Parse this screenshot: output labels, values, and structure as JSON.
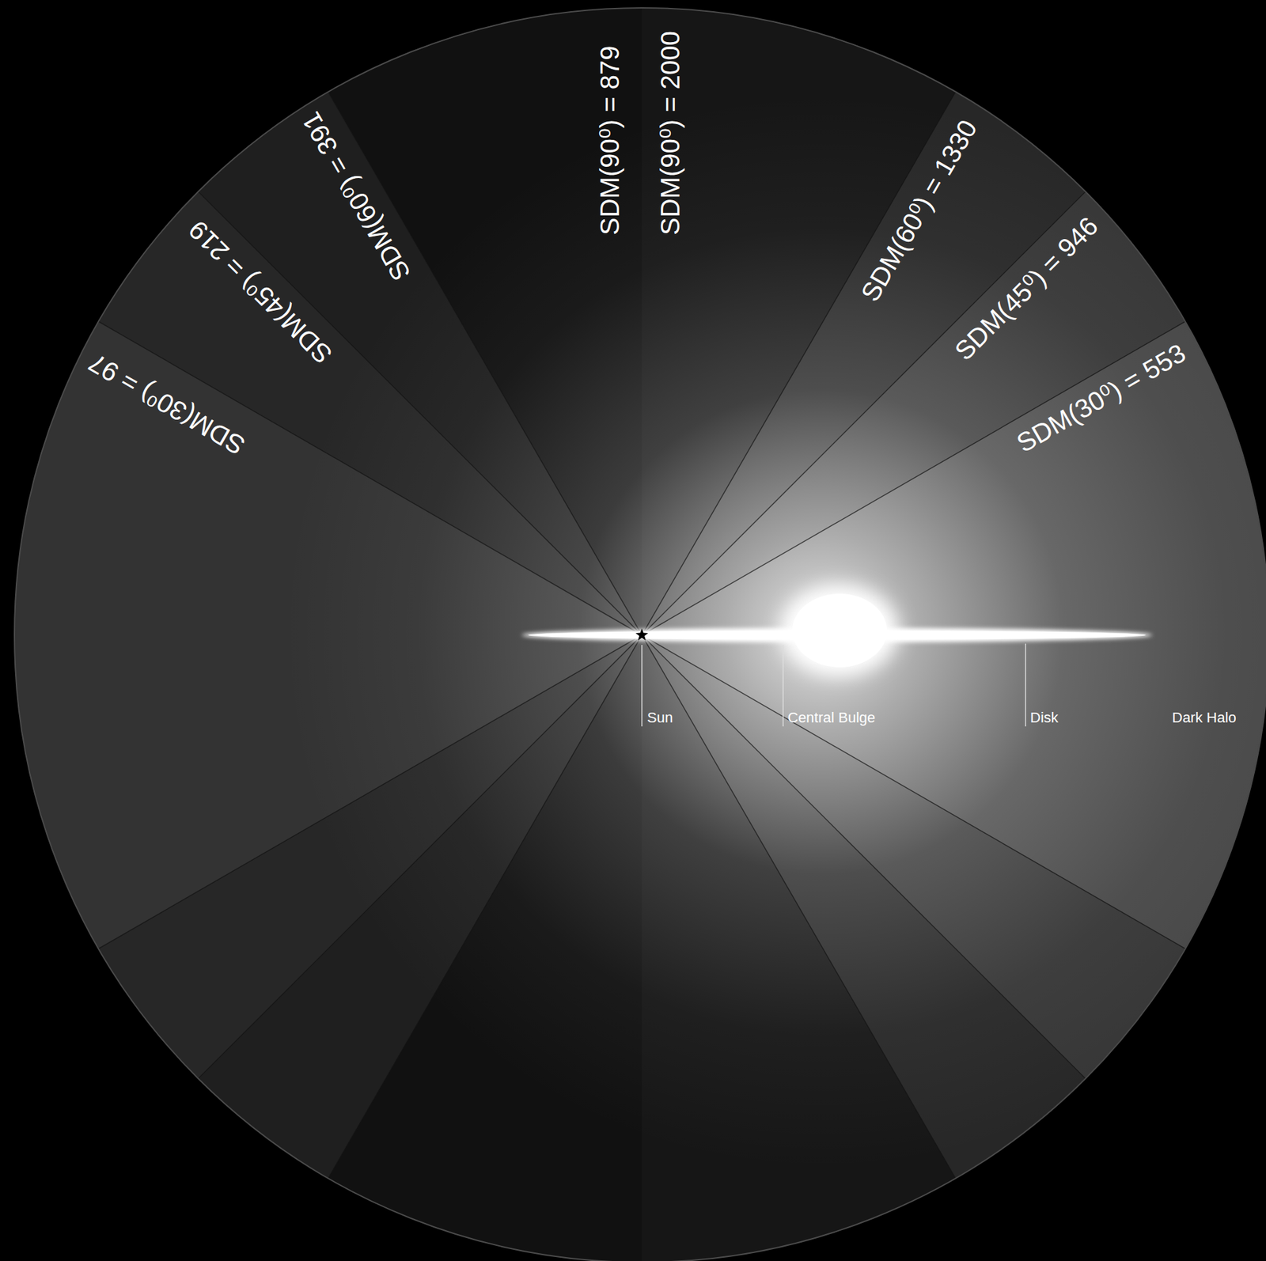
{
  "diagram": {
    "labels": [
      "SDM(90⁰) = 879",
      "SDM(90⁰) = 2000",
      "SDM(60⁰) = 391",
      "SDM(60⁰) = 1330",
      "SDM(45⁰) = 219",
      "SDM(45⁰) = 946",
      "SDM(30⁰) = 97",
      "SDM(30⁰) = 553",
      "Sun",
      "Central Bulge",
      "Disk",
      "Dark Halo"
    ]
  }
}
